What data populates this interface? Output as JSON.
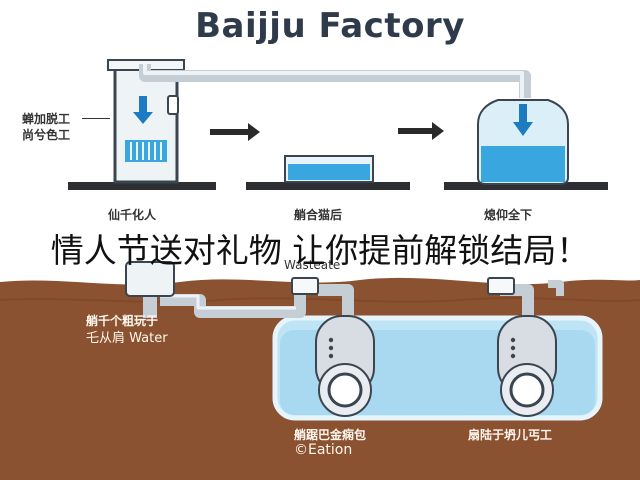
{
  "title": "Baijju Factory",
  "overlay_text": "情人节送对礼物 让你提前解锁结局！",
  "labels": {
    "tower_line1": "蝉加脱工",
    "tower_line2": "尚兮色工",
    "surface_left": "仙千化人",
    "surface_mid_line1": "艄合猫后",
    "surface_mid_line2": "Wasteate",
    "surface_right": "熄仰全下",
    "underground_left_line1": "艄千个粗玩于",
    "underground_left_line2": "乇从肩 Water",
    "tank_left_line1": "艄踞巴金痫包",
    "tank_left_line2": "©Eation",
    "tank_right": "扇陆于坍儿丐工"
  },
  "colors": {
    "soil": "#8a5230",
    "water": "#3aa6e0",
    "water_light": "#bfe4f6",
    "pipe": "#d7dde3",
    "platform": "#2d2f33",
    "arrow": "#2a2a2a"
  },
  "icons": [
    "arrow-right-icon",
    "arrow-down-icon",
    "pipe-valve-icon"
  ]
}
